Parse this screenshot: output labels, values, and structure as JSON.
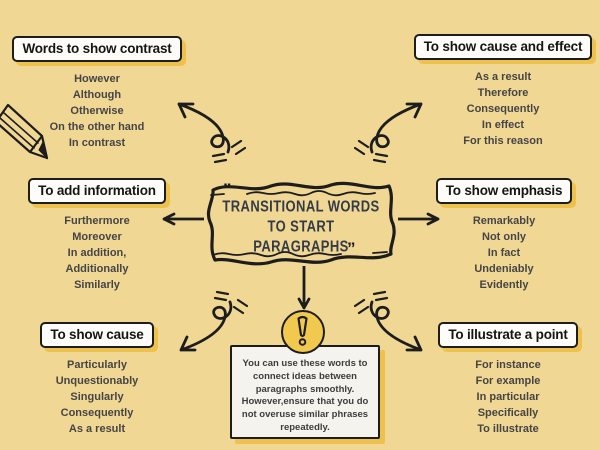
{
  "colors": {
    "background": "#f0d794",
    "accent_shadow": "#edc14c",
    "ink": "#1d1d1d",
    "body_text": "#454545",
    "title_text": "#333b47",
    "icon_circle_fill": "#f2c94f",
    "box_fill": "#fdfcf8"
  },
  "icons": {
    "pencil": "hand-drawn pencil sketch",
    "exclamation_glyph": "!",
    "quote_glyph": "”"
  },
  "center": {
    "title_lines": [
      "TRANSITIONAL WORDS",
      "TO START",
      "PARAGRAPHS"
    ]
  },
  "note": {
    "text": "You can use these words to connect ideas between paragraphs smoothly. However,ensure that you do not overuse similar phrases repeatedly."
  },
  "branches": [
    {
      "label": "Words to show contrast",
      "items": [
        "However",
        "Although",
        "Otherwise",
        "On the other hand",
        "In contrast"
      ]
    },
    {
      "label": "To show cause and effect",
      "items": [
        "As a result",
        "Therefore",
        "Consequently",
        "In effect",
        "For this reason"
      ]
    },
    {
      "label": "To add information",
      "items": [
        "Furthermore",
        "Moreover",
        "In addition,",
        "Additionally",
        "Similarly"
      ]
    },
    {
      "label": "To show emphasis",
      "items": [
        "Remarkably",
        "Not only",
        "In fact",
        "Undeniably",
        "Evidently"
      ]
    },
    {
      "label": "To show cause",
      "items": [
        "Particularly",
        "Unquestionably",
        "Singularly",
        "Consequently",
        "As a result"
      ]
    },
    {
      "label": "To illustrate a point",
      "items": [
        "For instance",
        "For example",
        "In particular",
        "Specifically",
        "To illustrate"
      ]
    }
  ]
}
